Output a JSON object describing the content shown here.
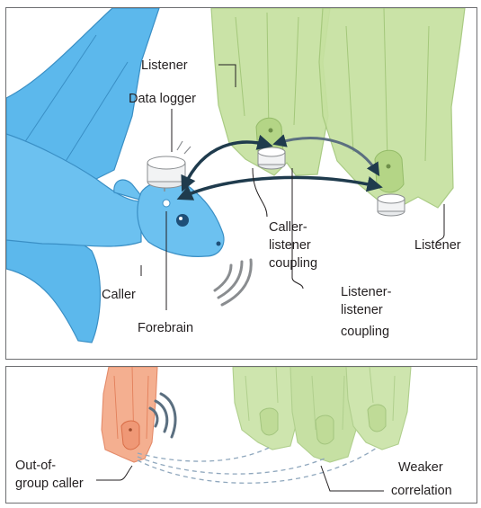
{
  "top_panel": {
    "labels": {
      "listener_top": "Listener",
      "data_logger": "Data logger",
      "caller_listener_coupling": [
        "Caller-",
        "listener",
        "coupling"
      ],
      "listener_right": "Listener",
      "listener_listener_coupling": [
        "Listener-",
        "listener",
        "coupling"
      ],
      "caller": "Caller",
      "forebrain": "Forebrain"
    }
  },
  "bottom_panel": {
    "labels": {
      "out_of_group_caller": [
        "Out-of-",
        "group caller"
      ],
      "weaker_correlation": [
        "Weaker",
        "correlation"
      ]
    }
  },
  "colors": {
    "caller_bat": "#5cb8ec",
    "listener_bat": "#b9d98c",
    "out_of_group_bat": "#f3a784",
    "coupling_arrow": "#1f3b4d",
    "weak_link": "#8fa7bd"
  }
}
